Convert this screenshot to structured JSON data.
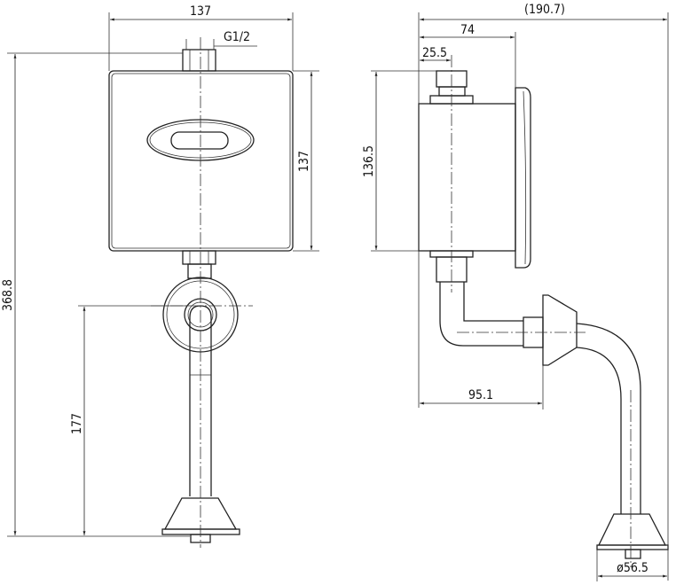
{
  "front_view": {
    "width_label": "137",
    "height_label": "137",
    "thread_label": "G1/2",
    "total_height_label": "368.8",
    "outlet_height_label": "177"
  },
  "side_view": {
    "overall_depth_label": "(190.7)",
    "body_depth_label": "74",
    "inlet_offset_label": "25.5",
    "body_height_label": "136.5",
    "outlet_offset_label": "95.1",
    "base_diameter_label": "ø56.5"
  }
}
